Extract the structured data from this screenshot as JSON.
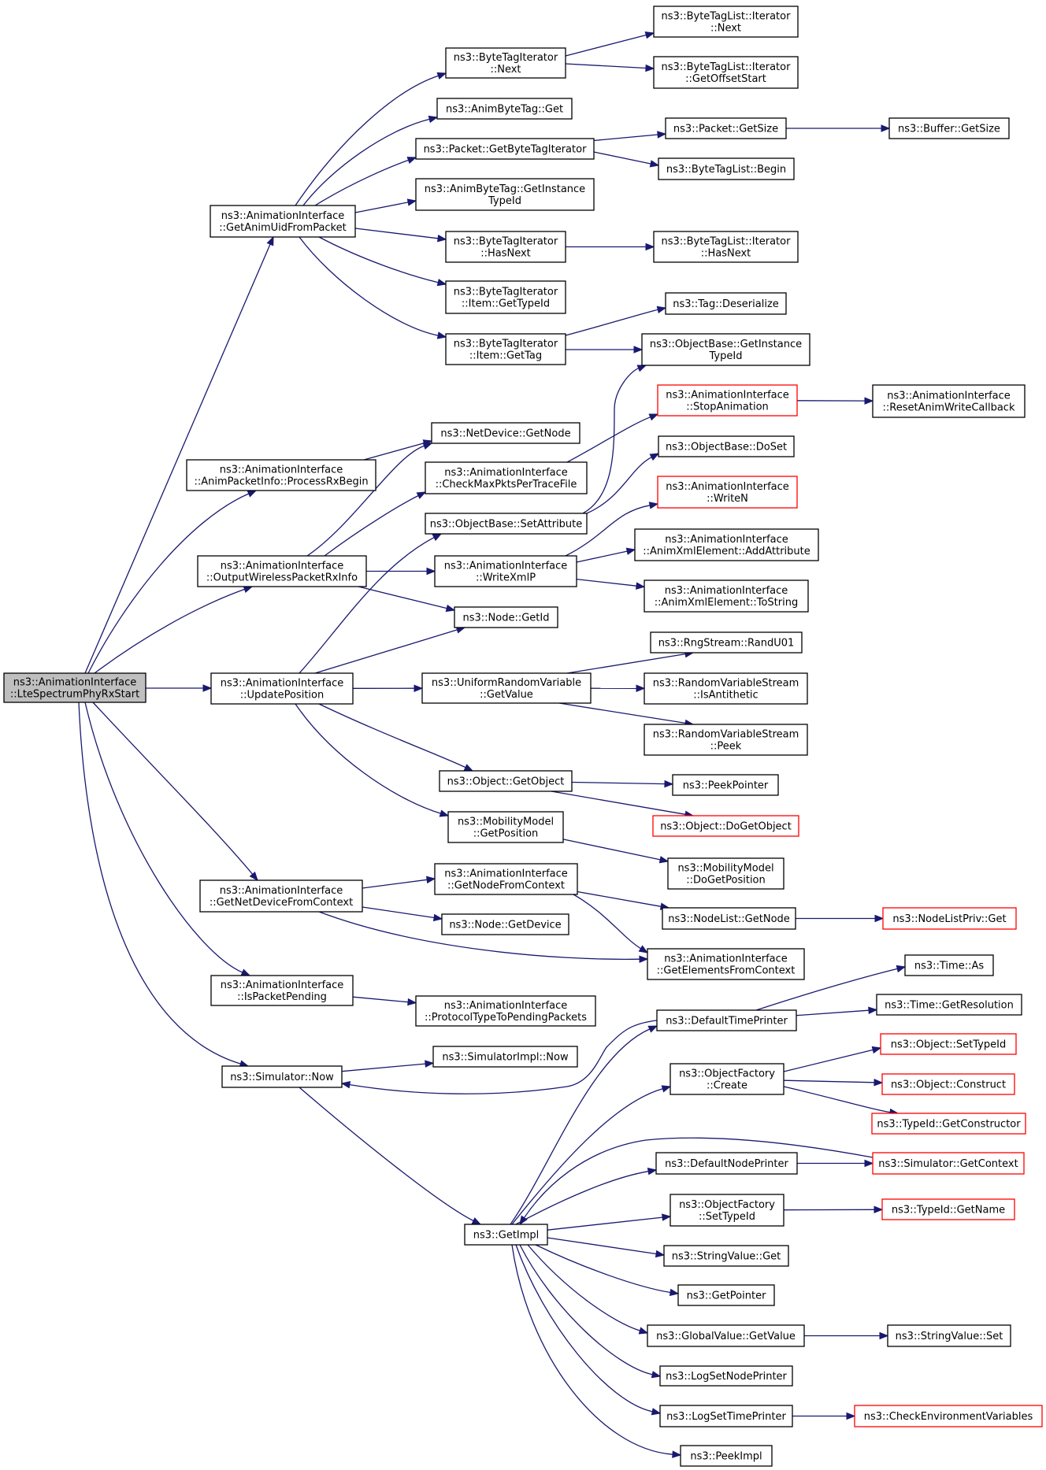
{
  "colors": {
    "edge": "#191970",
    "node_border": "#000000",
    "truncated_node_border": "#ff0000",
    "root_fill": "#bfbfbf",
    "background": "#ffffff"
  },
  "nodes": [
    {
      "id": "root",
      "lines": [
        "ns3::AnimationInterface",
        "::LteSpectrumPhyRxStart"
      ],
      "style": "root"
    },
    {
      "id": "getAnimUid",
      "lines": [
        "ns3::AnimationInterface",
        "::GetAnimUidFromPacket"
      ]
    },
    {
      "id": "processRxBegin",
      "lines": [
        "ns3::AnimationInterface",
        "::AnimPacketInfo::ProcessRxBegin"
      ]
    },
    {
      "id": "outputWireless",
      "lines": [
        "ns3::AnimationInterface",
        "::OutputWirelessPacketRxInfo"
      ]
    },
    {
      "id": "updatePosition",
      "lines": [
        "ns3::AnimationInterface",
        "::UpdatePosition"
      ]
    },
    {
      "id": "getNetDevFromCtx",
      "lines": [
        "ns3::AnimationInterface",
        "::GetNetDeviceFromContext"
      ]
    },
    {
      "id": "isPacketPending",
      "lines": [
        "ns3::AnimationInterface",
        "::IsPacketPending"
      ]
    },
    {
      "id": "simNow",
      "lines": [
        "ns3::Simulator::Now"
      ]
    },
    {
      "id": "btiNext",
      "lines": [
        "ns3::ByteTagIterator",
        "::Next"
      ]
    },
    {
      "id": "animByteTagGet",
      "lines": [
        "ns3::AnimByteTag::Get"
      ]
    },
    {
      "id": "getByteTagIter",
      "lines": [
        "ns3::Packet::GetByteTagIterator"
      ]
    },
    {
      "id": "animByteTagTypeId",
      "lines": [
        "ns3::AnimByteTag::GetInstance",
        "TypeId"
      ]
    },
    {
      "id": "btiHasNext",
      "lines": [
        "ns3::ByteTagIterator",
        "::HasNext"
      ]
    },
    {
      "id": "btiItemGetTypeId",
      "lines": [
        "ns3::ByteTagIterator",
        "::Item::GetTypeId"
      ]
    },
    {
      "id": "btiItemGetTag",
      "lines": [
        "ns3::ByteTagIterator",
        "::Item::GetTag"
      ]
    },
    {
      "id": "btlIterNext",
      "lines": [
        "ns3::ByteTagList::Iterator",
        "::Next"
      ]
    },
    {
      "id": "btlIterOffset",
      "lines": [
        "ns3::ByteTagList::Iterator",
        "::GetOffsetStart"
      ]
    },
    {
      "id": "packetGetSize",
      "lines": [
        "ns3::Packet::GetSize"
      ]
    },
    {
      "id": "bufferGetSize",
      "lines": [
        "ns3::Buffer::GetSize"
      ]
    },
    {
      "id": "btlBegin",
      "lines": [
        "ns3::ByteTagList::Begin"
      ]
    },
    {
      "id": "btlIterHasNext",
      "lines": [
        "ns3::ByteTagList::Iterator",
        "::HasNext"
      ]
    },
    {
      "id": "tagDeserialize",
      "lines": [
        "ns3::Tag::Deserialize"
      ]
    },
    {
      "id": "objBaseTypeId",
      "lines": [
        "ns3::ObjectBase::GetInstance",
        "TypeId"
      ]
    },
    {
      "id": "stopAnimation",
      "lines": [
        "ns3::AnimationInterface",
        "::StopAnimation"
      ],
      "style": "red"
    },
    {
      "id": "resetAnimWrite",
      "lines": [
        "ns3::AnimationInterface",
        "::ResetAnimWriteCallback"
      ]
    },
    {
      "id": "netDevGetNode",
      "lines": [
        "ns3::NetDevice::GetNode"
      ]
    },
    {
      "id": "checkMaxPkts",
      "lines": [
        "ns3::AnimationInterface",
        "::CheckMaxPktsPerTraceFile"
      ]
    },
    {
      "id": "objBaseDoSet",
      "lines": [
        "ns3::ObjectBase::DoSet"
      ]
    },
    {
      "id": "writeN",
      "lines": [
        "ns3::AnimationInterface",
        "::WriteN"
      ],
      "style": "red"
    },
    {
      "id": "setAttribute",
      "lines": [
        "ns3::ObjectBase::SetAttribute"
      ]
    },
    {
      "id": "addAttribute",
      "lines": [
        "ns3::AnimationInterface",
        "::AnimXmlElement::AddAttribute"
      ]
    },
    {
      "id": "writeXmlP",
      "lines": [
        "ns3::AnimationInterface",
        "::WriteXmlP"
      ]
    },
    {
      "id": "toString",
      "lines": [
        "ns3::AnimationInterface",
        "::AnimXmlElement::ToString"
      ]
    },
    {
      "id": "nodeGetId",
      "lines": [
        "ns3::Node::GetId"
      ]
    },
    {
      "id": "randU01",
      "lines": [
        "ns3::RngStream::RandU01"
      ]
    },
    {
      "id": "urvGetValue",
      "lines": [
        "ns3::UniformRandomVariable",
        "::GetValue"
      ]
    },
    {
      "id": "isAntithetic",
      "lines": [
        "ns3::RandomVariableStream",
        "::IsAntithetic"
      ]
    },
    {
      "id": "rvsPeek",
      "lines": [
        "ns3::RandomVariableStream",
        "::Peek"
      ]
    },
    {
      "id": "objGetObject",
      "lines": [
        "ns3::Object::GetObject"
      ]
    },
    {
      "id": "peekPointer",
      "lines": [
        "ns3::PeekPointer"
      ]
    },
    {
      "id": "doGetObject",
      "lines": [
        "ns3::Object::DoGetObject"
      ],
      "style": "red"
    },
    {
      "id": "mobGetPos",
      "lines": [
        "ns3::MobilityModel",
        "::GetPosition"
      ]
    },
    {
      "id": "mobDoGetPos",
      "lines": [
        "ns3::MobilityModel",
        "::DoGetPosition"
      ]
    },
    {
      "id": "getNodeFromCtx",
      "lines": [
        "ns3::AnimationInterface",
        "::GetNodeFromContext"
      ]
    },
    {
      "id": "nodeListGetNode",
      "lines": [
        "ns3::NodeList::GetNode"
      ]
    },
    {
      "id": "nodeListPrivGet",
      "lines": [
        "ns3::NodeListPriv::Get"
      ],
      "style": "red"
    },
    {
      "id": "nodeGetDevice",
      "lines": [
        "ns3::Node::GetDevice"
      ]
    },
    {
      "id": "getElemsFromCtx",
      "lines": [
        "ns3::AnimationInterface",
        "::GetElementsFromContext"
      ]
    },
    {
      "id": "protoToPending",
      "lines": [
        "ns3::AnimationInterface",
        "::ProtocolTypeToPendingPackets"
      ]
    },
    {
      "id": "timeAs",
      "lines": [
        "ns3::Time::As"
      ]
    },
    {
      "id": "defTimePrinter",
      "lines": [
        "ns3::DefaultTimePrinter"
      ]
    },
    {
      "id": "timeGetRes",
      "lines": [
        "ns3::Time::GetResolution"
      ]
    },
    {
      "id": "simImplNow",
      "lines": [
        "ns3::SimulatorImpl::Now"
      ]
    },
    {
      "id": "objSetTypeId",
      "lines": [
        "ns3::Object::SetTypeId"
      ],
      "style": "red"
    },
    {
      "id": "ofCreate",
      "lines": [
        "ns3::ObjectFactory",
        "::Create"
      ]
    },
    {
      "id": "objConstruct",
      "lines": [
        "ns3::Object::Construct"
      ],
      "style": "red"
    },
    {
      "id": "typeIdGetCtor",
      "lines": [
        "ns3::TypeId::GetConstructor"
      ],
      "style": "red"
    },
    {
      "id": "defNodePrinter",
      "lines": [
        "ns3::DefaultNodePrinter"
      ]
    },
    {
      "id": "simGetContext",
      "lines": [
        "ns3::Simulator::GetContext"
      ],
      "style": "red"
    },
    {
      "id": "ofSetTypeId",
      "lines": [
        "ns3::ObjectFactory",
        "::SetTypeId"
      ]
    },
    {
      "id": "typeIdGetName",
      "lines": [
        "ns3::TypeId::GetName"
      ],
      "style": "red"
    },
    {
      "id": "getImpl",
      "lines": [
        "ns3::GetImpl"
      ]
    },
    {
      "id": "stringValueGet",
      "lines": [
        "ns3::StringValue::Get"
      ]
    },
    {
      "id": "getPointer",
      "lines": [
        "ns3::GetPointer"
      ]
    },
    {
      "id": "gvGetValue",
      "lines": [
        "ns3::GlobalValue::GetValue"
      ]
    },
    {
      "id": "stringValueSet",
      "lines": [
        "ns3::StringValue::Set"
      ]
    },
    {
      "id": "logSetNodePrinter",
      "lines": [
        "ns3::LogSetNodePrinter"
      ]
    },
    {
      "id": "logSetTimePrinter",
      "lines": [
        "ns3::LogSetTimePrinter"
      ]
    },
    {
      "id": "checkEnvVars",
      "lines": [
        "ns3::CheckEnvironmentVariables"
      ],
      "style": "red"
    },
    {
      "id": "peekImpl",
      "lines": [
        "ns3::PeekImpl"
      ]
    }
  ],
  "edges": [
    [
      "root",
      "getAnimUid"
    ],
    [
      "root",
      "processRxBegin"
    ],
    [
      "root",
      "outputWireless"
    ],
    [
      "root",
      "updatePosition"
    ],
    [
      "root",
      "getNetDevFromCtx"
    ],
    [
      "root",
      "isPacketPending"
    ],
    [
      "root",
      "simNow"
    ],
    [
      "getAnimUid",
      "btiNext"
    ],
    [
      "getAnimUid",
      "animByteTagGet"
    ],
    [
      "getAnimUid",
      "getByteTagIter"
    ],
    [
      "getAnimUid",
      "animByteTagTypeId"
    ],
    [
      "getAnimUid",
      "btiHasNext"
    ],
    [
      "getAnimUid",
      "btiItemGetTypeId"
    ],
    [
      "getAnimUid",
      "btiItemGetTag"
    ],
    [
      "btiNext",
      "btlIterNext"
    ],
    [
      "btiNext",
      "btlIterOffset"
    ],
    [
      "getByteTagIter",
      "packetGetSize"
    ],
    [
      "getByteTagIter",
      "btlBegin"
    ],
    [
      "packetGetSize",
      "bufferGetSize"
    ],
    [
      "btiHasNext",
      "btlIterHasNext"
    ],
    [
      "btiItemGetTag",
      "tagDeserialize"
    ],
    [
      "btiItemGetTag",
      "objBaseTypeId"
    ],
    [
      "processRxBegin",
      "netDevGetNode"
    ],
    [
      "outputWireless",
      "netDevGetNode"
    ],
    [
      "outputWireless",
      "checkMaxPkts"
    ],
    [
      "outputWireless",
      "writeXmlP"
    ],
    [
      "outputWireless",
      "nodeGetId"
    ],
    [
      "checkMaxPkts",
      "stopAnimation"
    ],
    [
      "stopAnimation",
      "resetAnimWrite"
    ],
    [
      "setAttribute",
      "objBaseTypeId"
    ],
    [
      "setAttribute",
      "objBaseDoSet"
    ],
    [
      "writeXmlP",
      "writeN"
    ],
    [
      "writeXmlP",
      "addAttribute"
    ],
    [
      "writeXmlP",
      "toString"
    ],
    [
      "updatePosition",
      "setAttribute"
    ],
    [
      "updatePosition",
      "nodeGetId"
    ],
    [
      "updatePosition",
      "urvGetValue"
    ],
    [
      "updatePosition",
      "objGetObject"
    ],
    [
      "updatePosition",
      "mobGetPos"
    ],
    [
      "urvGetValue",
      "randU01"
    ],
    [
      "urvGetValue",
      "isAntithetic"
    ],
    [
      "urvGetValue",
      "rvsPeek"
    ],
    [
      "objGetObject",
      "peekPointer"
    ],
    [
      "objGetObject",
      "doGetObject"
    ],
    [
      "mobGetPos",
      "mobDoGetPos"
    ],
    [
      "getNetDevFromCtx",
      "getNodeFromCtx"
    ],
    [
      "getNetDevFromCtx",
      "nodeGetDevice"
    ],
    [
      "getNetDevFromCtx",
      "getElemsFromCtx"
    ],
    [
      "getNodeFromCtx",
      "nodeListGetNode"
    ],
    [
      "getNodeFromCtx",
      "getElemsFromCtx"
    ],
    [
      "nodeListGetNode",
      "nodeListPrivGet"
    ],
    [
      "isPacketPending",
      "protoToPending"
    ],
    [
      "simNow",
      "simImplNow"
    ],
    [
      "simNow",
      "getImpl"
    ],
    [
      "defTimePrinter",
      "timeAs"
    ],
    [
      "defTimePrinter",
      "timeGetRes"
    ],
    [
      "defTimePrinter",
      "simNow"
    ],
    [
      "ofCreate",
      "objSetTypeId"
    ],
    [
      "ofCreate",
      "objConstruct"
    ],
    [
      "ofCreate",
      "typeIdGetCtor"
    ],
    [
      "defNodePrinter",
      "simGetContext"
    ],
    [
      "simGetContext",
      "getImpl"
    ],
    [
      "ofSetTypeId",
      "typeIdGetName"
    ],
    [
      "getImpl",
      "defTimePrinter"
    ],
    [
      "getImpl",
      "ofCreate"
    ],
    [
      "getImpl",
      "defNodePrinter"
    ],
    [
      "getImpl",
      "ofSetTypeId"
    ],
    [
      "getImpl",
      "stringValueGet"
    ],
    [
      "getImpl",
      "getPointer"
    ],
    [
      "getImpl",
      "gvGetValue"
    ],
    [
      "getImpl",
      "logSetNodePrinter"
    ],
    [
      "getImpl",
      "logSetTimePrinter"
    ],
    [
      "getImpl",
      "peekImpl"
    ],
    [
      "gvGetValue",
      "stringValueSet"
    ],
    [
      "logSetTimePrinter",
      "checkEnvVars"
    ]
  ]
}
